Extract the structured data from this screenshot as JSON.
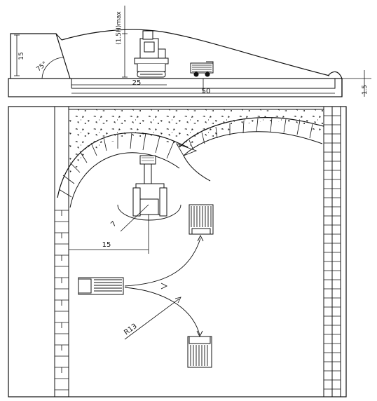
{
  "section": {
    "dim_height": "15",
    "dim_angle": "75°",
    "dim_lift": "(1.5H)max",
    "dim_reach": "25",
    "dim_total": "50",
    "dim_step": "1.5"
  },
  "plan": {
    "dim_radius_small": "7",
    "dim_offset": "15",
    "dim_turn_radius": "R13"
  }
}
